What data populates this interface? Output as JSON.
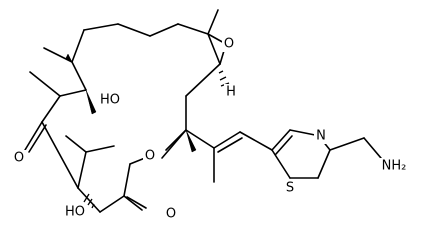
{
  "atoms": {
    "oh_upper": "HO",
    "oh_lower": "HO",
    "ketone_o": "O",
    "ring_o": "O",
    "lactone_o": "O",
    "epoxide_o": "O",
    "epoxide_h": "H",
    "thiazole_n": "N",
    "thiazole_s": "S",
    "amine": "NH₂"
  }
}
